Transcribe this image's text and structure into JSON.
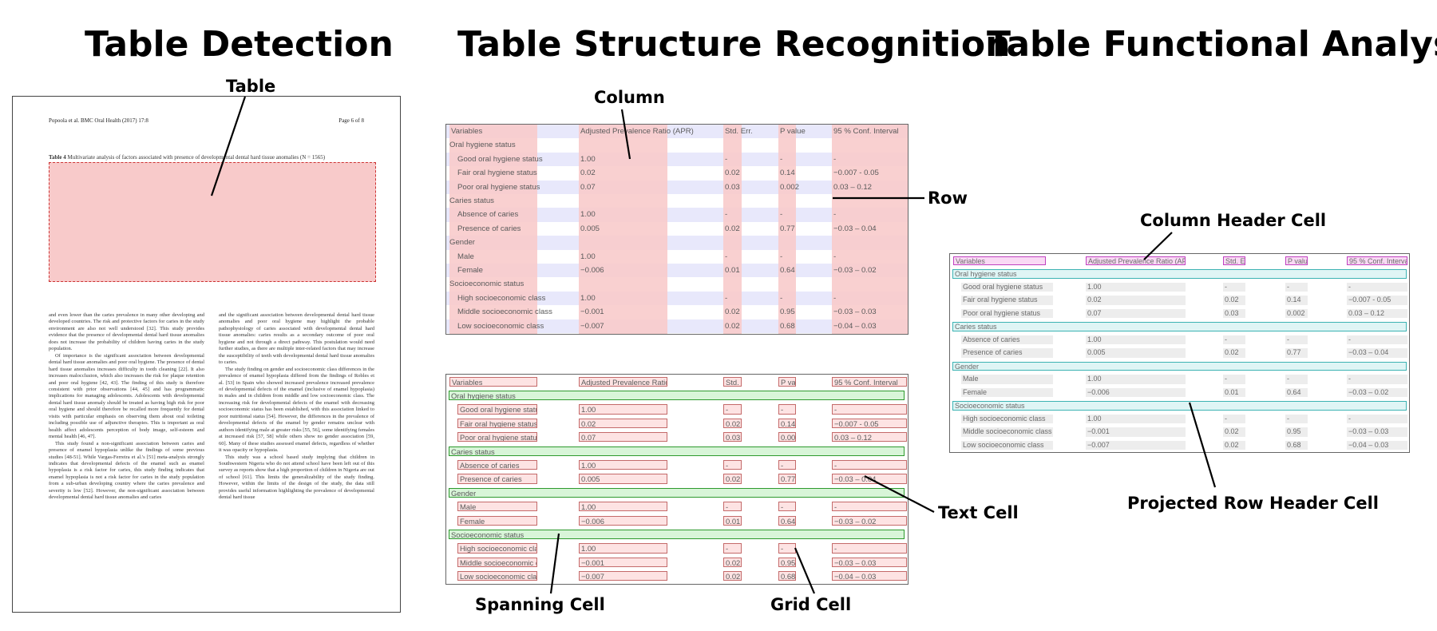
{
  "panels": {
    "detection": {
      "title": "Table Detection"
    },
    "structure": {
      "title": "Table Structure Recognition"
    },
    "functional": {
      "title": "Table Functional Analysis"
    }
  },
  "callouts": {
    "table": "Table",
    "column": "Column",
    "row": "Row",
    "column_header_cell": "Column Header Cell",
    "text_cell": "Text Cell",
    "spanning_cell": "Spanning Cell",
    "grid_cell": "Grid Cell",
    "projected_row_header_cell": "Projected Row Header Cell"
  },
  "document": {
    "running_head_left": "Popoola et al. BMC Oral Health (2017) 17:8",
    "running_head_right": "Page 6 of 8",
    "caption_label": "Table 4",
    "caption_text": "Multivariate analysis of factors associated with presence of developmental dental hard tissue anomalies (N = 1565)",
    "col_left": [
      "and even lower than the caries prevalence in many other developing and developed countries. The risk and protective factors for caries in the study environment are also not well understood [32]. This study provides evidence that the presence of developmental dental hard tissue anomalies does not increase the probability of children having caries in the study population.",
      "Of importance is the significant association between developmental dental hard tissue anomalies and poor oral hygiene. The presence of dental hard tissue anomalies increases difficulty in tooth cleaning [22]. It also increases malocclusion, which also increases the risk for plaque retention and poor oral hygiene [42, 43]. The finding of this study is therefore consistent with prior observations [44, 45] and has programmatic implications for managing adolescents. Adolescents with developmental dental hard tissue anomaly should be treated as having high risk for poor oral hygiene and should therefore be recalled more frequently for dental visits with particular emphasis on observing them about oral toileting including possible use of adjunctive therapies. This is important as oral health affect adolescents perception of body image, self-esteem and mental health [46, 47].",
      "This study found a non-significant association between caries and presence of enamel hypoplasia unlike the findings of some previous studies [48-51]. While Vargas-Ferreira et al.'s [51] meta-analysis strongly indicates that developmental defects of the enamel such as enamel hypoplasia is a risk factor for caries, this study finding indicates that enamel hypoplasia is not a risk factor for caries in the study population from a sub-urban developing country where the caries prevalence and severity is low [52]. However, the non-significant association between developmental dental hard tissue anomalies and caries"
    ],
    "col_right": [
      "and the significant association between developmental dental hard tissue anomalies and poor oral hygiene may highlight the probable pathophysiology of caries associated with developmental dental hard tissue anomalies: caries results as a secondary outcome of poor oral hygiene and not through a direct pathway. This postulation would need further studies, as there are multiple inter-related factors that may increase the susceptibility of teeth with developmental dental hard tissue anomalies to caries.",
      "The study finding on gender and socioeconomic class differences in the prevalence of enamel hypoplasia differed from the findings of Robles et al. [53] in Spain who showed increased prevalence increased prevalence of developmental defects of the enamel (inclusive of enamel hypoplasia) in males and in children from middle and low socioeconomic class. The increasing risk for developmental defects of the enamel with decreasing socioeconomic status has been established, with this association linked to poor nutritional status [54]. However, the differences in the prevalence of developmental defects of the enamel by gender remains unclear with authors identifying male at greater risks [55, 56], some identifying females at increased risk [57, 58] while others show no gender association [59, 60]. Many of these studies assessed enamel defects, regardless of whether it was opacity or hypoplasia.",
      "This study was a school based study implying that children in Southwestern Nigeria who do not attend school have been left out of this survey as reports show that a high proportion of children in Nigeria are out of school [61]. This limits the generalizability of the study finding. However, within the limits of the design of the study, the data still provides useful information highlighting the prevalence of developmental dental hard tissue"
    ]
  },
  "table": {
    "headers": [
      "Variables",
      "Adjusted Prevalence Ratio (APR)",
      "Std. Err.",
      "P value",
      "95 % Conf. Interval"
    ],
    "headers_short": [
      "Variables",
      "Adjusted Prevalence Ratio (APR",
      "Std. Err.",
      "P value",
      "95 % Conf. Interval"
    ],
    "rows": [
      {
        "section": true,
        "label": "Oral hygiene status"
      },
      {
        "label": "Good oral hygiene status",
        "values": [
          "1.00",
          "-",
          "-",
          "-"
        ]
      },
      {
        "label": "Fair oral hygiene status",
        "values": [
          "0.02",
          "0.02",
          "0.14",
          "−0.007 - 0.05"
        ]
      },
      {
        "label": "Poor oral hygiene status",
        "values": [
          "0.07",
          "0.03",
          "0.002",
          "0.03 – 0.12"
        ]
      },
      {
        "section": true,
        "label": "Caries status"
      },
      {
        "label": "Absence of caries",
        "values": [
          "1.00",
          "-",
          "-",
          "-"
        ]
      },
      {
        "label": "Presence of caries",
        "values": [
          "0.005",
          "0.02",
          "0.77",
          "−0.03 – 0.04"
        ]
      },
      {
        "section": true,
        "label": "Gender"
      },
      {
        "label": "Male",
        "values": [
          "1.00",
          "-",
          "-",
          "-"
        ]
      },
      {
        "label": "Female",
        "values": [
          "−0.006",
          "0.01",
          "0.64",
          "−0.03 – 0.02"
        ]
      },
      {
        "section": true,
        "label": "Socioeconomic status"
      },
      {
        "label": "High socioeconomic class",
        "values": [
          "1.00",
          "-",
          "-",
          "-"
        ]
      },
      {
        "label": "Middle socioeconomic class",
        "values": [
          "−0.001",
          "0.02",
          "0.95",
          "−0.03 – 0.03"
        ]
      },
      {
        "label": "Low socioeconomic class",
        "values": [
          "−0.007",
          "0.02",
          "0.68",
          "−0.04 – 0.03"
        ]
      }
    ]
  },
  "colors": {
    "pink_fill": "#f8caca",
    "lavender_fill": "#e8e8fb",
    "text_cell_border": "#c46a6a",
    "text_cell_fill": "#fde3e3",
    "spanning_border": "#2e9a2e",
    "spanning_fill": "#d8f5d8",
    "header_border": "#c040c0",
    "header_fill": "#f9d9f4",
    "projected_border": "#3cb3b3",
    "projected_fill": "#dff5f5",
    "grey_cell_fill": "#ededed"
  }
}
